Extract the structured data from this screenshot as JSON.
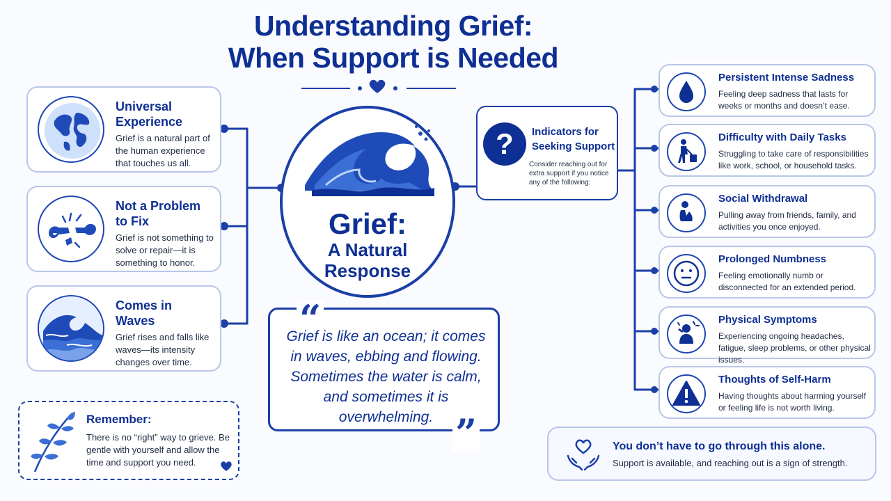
{
  "title": {
    "line1": "Understanding Grief:",
    "line2": "When Support is Needed"
  },
  "left_cards": [
    {
      "heading": "Universal Experience",
      "description": "Grief is a natural part of the human experience that touches us all.",
      "icon": "globe-icon"
    },
    {
      "heading": "Not a Problem to Fix",
      "description": "Grief is not something to solve or repair—it is something to honor.",
      "icon": "broken-wrench-icon"
    },
    {
      "heading": "Comes in Waves",
      "description": "Grief rises and falls like waves—its intensity changes over time.",
      "icon": "wave-icon"
    }
  ],
  "center": {
    "title": "Grief:",
    "subtitle_line1": "A Natural",
    "subtitle_line2": "Response",
    "icon": "ocean-wave-icon"
  },
  "quote": {
    "text": "Grief is like an ocean; it comes in waves, ebbing and flowing. Sometimes the water is calm, and sometimes it is overwhelming."
  },
  "remember": {
    "heading": "Remember:",
    "text": "There is no “right” way to grieve. Be gentle with yourself and allow the time and support you need.",
    "icon": "leaf-branch-icon"
  },
  "indicators": {
    "heading_line1": "Indicators for",
    "heading_line2": "Seeking Support",
    "description": "Consider reaching out for extra support if you notice any of the following:",
    "icon": "question-mark-icon"
  },
  "signs": [
    {
      "heading": "Persistent Intense Sadness",
      "description": "Feeling deep sadness that lasts for weeks or months and doesn’t ease.",
      "icon": "teardrop-icon"
    },
    {
      "heading": "Difficulty with Daily Tasks",
      "description": "Struggling to take care of responsibilities like work, school, or household tasks.",
      "icon": "person-chores-icon"
    },
    {
      "heading": "Social Withdrawal",
      "description": "Pulling away from friends, family, and activities you once enjoyed.",
      "icon": "person-sitting-alone-icon"
    },
    {
      "heading": "Prolonged Numbness",
      "description": "Feeling emotionally numb or disconnected for an extended period.",
      "icon": "neutral-face-icon"
    },
    {
      "heading": "Physical Symptoms",
      "description": "Experiencing ongoing headaches, fatigue, sleep problems, or other physical issues.",
      "icon": "person-headache-icon"
    },
    {
      "heading": "Thoughts of Self-Harm",
      "description": "Having thoughts about harming yourself or feeling life is not worth living.",
      "icon": "warning-triangle-icon"
    }
  ],
  "support": {
    "heading": "You don’t have to go through this alone.",
    "text": "Support is available, and reaching out is a sign of strength.",
    "icon": "hands-heart-icon"
  },
  "colors": {
    "primary": "#0e2f93",
    "accent": "#1b3fa6",
    "border": "#b9c6ea",
    "light_fill": "#eaf1ff"
  }
}
